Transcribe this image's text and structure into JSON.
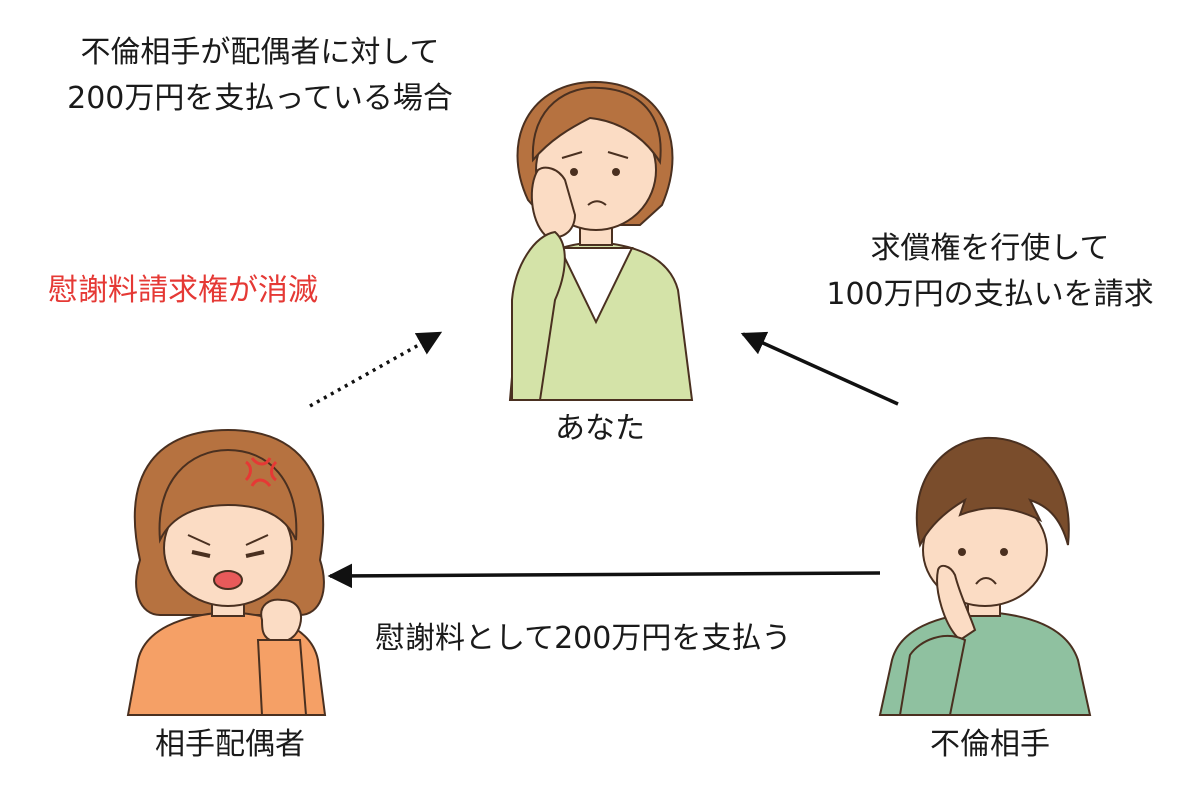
{
  "scenario": {
    "line1": "不倫相手が配偶者に対して",
    "line2": "200万円を支払っている場合"
  },
  "dotted_edge": {
    "label": "慰謝料請求権が消滅",
    "color": "#e53935"
  },
  "right_edge": {
    "line1": "求償権を行使して",
    "line2": "100万円の支払いを請求"
  },
  "bottom_edge": {
    "label": "慰謝料として200万円を支払う"
  },
  "nodes": {
    "you": {
      "label": "あなた",
      "icon": "worried-woman-illustration"
    },
    "spouse": {
      "label": "相手配偶者",
      "icon": "angry-woman-illustration"
    },
    "partner": {
      "label": "不倫相手",
      "icon": "troubled-man-illustration"
    }
  },
  "colors": {
    "you_top": "#d4e3a8",
    "spouse_top": "#f5a066",
    "partner_top": "#8fc1a0",
    "hair_brown": "#b67240",
    "hair_dark": "#7a4d2c",
    "skin": "#fbdcc4"
  }
}
